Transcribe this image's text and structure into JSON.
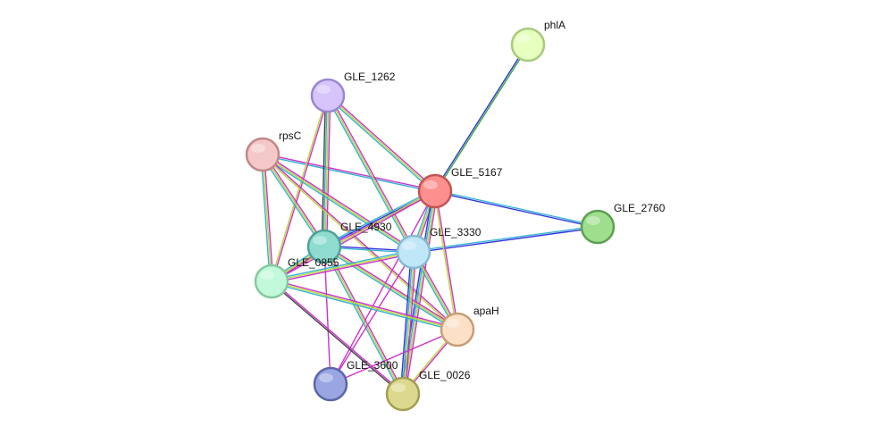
{
  "graph": {
    "nodes": [
      {
        "id": "phlA",
        "label": "phlA",
        "color": "#e6ffbe",
        "stroke": "#a7c97d"
      },
      {
        "id": "GLE_1262",
        "label": "GLE_1262",
        "color": "#d6c4fb",
        "stroke": "#9a86cf"
      },
      {
        "id": "rpsC",
        "label": "rpsC",
        "color": "#f5c8c8",
        "stroke": "#c28686"
      },
      {
        "id": "GLE_5167",
        "label": "GLE_5167",
        "color": "#fe8f8f",
        "stroke": "#c45454"
      },
      {
        "id": "GLE_2760",
        "label": "GLE_2760",
        "color": "#9ede8c",
        "stroke": "#5d9f52"
      },
      {
        "id": "GLE_4930",
        "label": "GLE_4930",
        "color": "#8edccf",
        "stroke": "#4fa196"
      },
      {
        "id": "GLE_3330",
        "label": "GLE_3330",
        "color": "#bfe7f8",
        "stroke": "#86b9d1"
      },
      {
        "id": "GLE_0855",
        "label": "GLE_0855",
        "color": "#c2f9da",
        "stroke": "#85c8a0"
      },
      {
        "id": "apaH",
        "label": "apaH",
        "color": "#fde1c7",
        "stroke": "#c79d76"
      },
      {
        "id": "GLE_3600",
        "label": "GLE_3600",
        "color": "#9aa6e2",
        "stroke": "#5a66a8"
      },
      {
        "id": "GLE_0026",
        "label": "GLE_0026",
        "color": "#dcd98e",
        "stroke": "#a29e52"
      }
    ],
    "edge_colors": {
      "magenta": "#cc33cc",
      "yellowgreen": "#b8d936",
      "cyan": "#33b3d1",
      "blue": "#3333e0",
      "green": "#33aa33",
      "black": "#444444"
    },
    "edges": [
      {
        "a": "phlA",
        "b": "GLE_5167",
        "types": [
          "green",
          "blue"
        ]
      },
      {
        "a": "GLE_5167",
        "b": "GLE_2760",
        "types": [
          "cyan",
          "blue"
        ]
      },
      {
        "a": "GLE_3330",
        "b": "GLE_2760",
        "types": [
          "cyan",
          "blue"
        ]
      },
      {
        "a": "rpsC",
        "b": "GLE_5167",
        "types": [
          "magenta",
          "cyan"
        ]
      },
      {
        "a": "GLE_1262",
        "b": "GLE_5167",
        "types": [
          "magenta",
          "yellowgreen",
          "cyan"
        ]
      },
      {
        "a": "GLE_1262",
        "b": "GLE_4930",
        "types": [
          "magenta",
          "yellowgreen",
          "cyan",
          "black"
        ]
      },
      {
        "a": "GLE_1262",
        "b": "GLE_3330",
        "types": [
          "magenta",
          "yellowgreen",
          "cyan"
        ]
      },
      {
        "a": "GLE_1262",
        "b": "GLE_0855",
        "types": [
          "magenta",
          "yellowgreen"
        ]
      },
      {
        "a": "rpsC",
        "b": "GLE_4930",
        "types": [
          "magenta",
          "yellowgreen",
          "cyan"
        ]
      },
      {
        "a": "rpsC",
        "b": "GLE_3330",
        "types": [
          "magenta",
          "yellowgreen",
          "cyan"
        ]
      },
      {
        "a": "rpsC",
        "b": "GLE_0855",
        "types": [
          "magenta",
          "yellowgreen",
          "cyan"
        ]
      },
      {
        "a": "rpsC",
        "b": "apaH",
        "types": [
          "magenta",
          "yellowgreen"
        ]
      },
      {
        "a": "GLE_5167",
        "b": "GLE_4930",
        "types": [
          "magenta",
          "blue",
          "cyan"
        ]
      },
      {
        "a": "GLE_5167",
        "b": "GLE_3330",
        "types": [
          "magenta",
          "yellowgreen",
          "cyan"
        ]
      },
      {
        "a": "GLE_5167",
        "b": "GLE_0855",
        "types": [
          "magenta",
          "yellowgreen"
        ]
      },
      {
        "a": "GLE_5167",
        "b": "apaH",
        "types": [
          "magenta",
          "yellowgreen"
        ]
      },
      {
        "a": "GLE_5167",
        "b": "GLE_0026",
        "types": [
          "magenta",
          "yellowgreen",
          "cyan",
          "blue"
        ]
      },
      {
        "a": "GLE_5167",
        "b": "GLE_3600",
        "types": [
          "magenta"
        ]
      },
      {
        "a": "GLE_4930",
        "b": "GLE_3330",
        "types": [
          "blue",
          "cyan"
        ]
      },
      {
        "a": "GLE_4930",
        "b": "GLE_0855",
        "types": [
          "magenta",
          "yellowgreen",
          "cyan"
        ]
      },
      {
        "a": "GLE_4930",
        "b": "apaH",
        "types": [
          "magenta",
          "yellowgreen",
          "cyan"
        ]
      },
      {
        "a": "GLE_4930",
        "b": "GLE_0026",
        "types": [
          "magenta",
          "yellowgreen",
          "cyan"
        ]
      },
      {
        "a": "GLE_4930",
        "b": "GLE_3600",
        "types": [
          "magenta"
        ]
      },
      {
        "a": "GLE_3330",
        "b": "GLE_0855",
        "types": [
          "magenta",
          "yellowgreen",
          "cyan"
        ]
      },
      {
        "a": "GLE_3330",
        "b": "apaH",
        "types": [
          "magenta",
          "yellowgreen",
          "cyan"
        ]
      },
      {
        "a": "GLE_3330",
        "b": "GLE_0026",
        "types": [
          "magenta",
          "yellowgreen",
          "cyan",
          "blue"
        ]
      },
      {
        "a": "GLE_3330",
        "b": "GLE_3600",
        "types": [
          "magenta"
        ]
      },
      {
        "a": "GLE_0855",
        "b": "apaH",
        "types": [
          "magenta",
          "yellowgreen",
          "cyan"
        ]
      },
      {
        "a": "GLE_0855",
        "b": "GLE_0026",
        "types": [
          "magenta",
          "black"
        ]
      },
      {
        "a": "apaH",
        "b": "GLE_0026",
        "types": [
          "magenta",
          "yellowgreen"
        ]
      },
      {
        "a": "apaH",
        "b": "GLE_3600",
        "types": [
          "magenta"
        ]
      }
    ]
  }
}
